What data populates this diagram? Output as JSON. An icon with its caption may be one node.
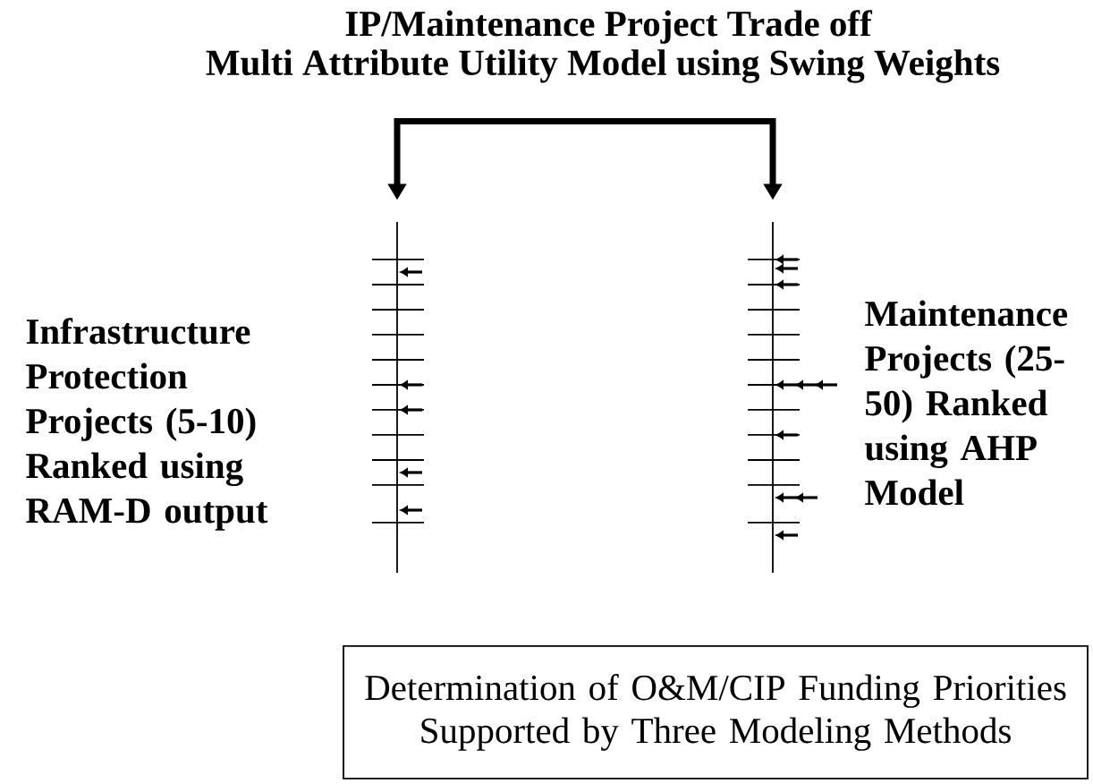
{
  "diagram": {
    "title": "IP/Maintenance Project Trade off",
    "nodes": [
      {
        "text": [],
        "shape": "bar",
        "beside": [
          "Infrastructure Protection Projects (5-10) Ranked using RAM-D output"
        ]
      },
      {
        "text": [],
        "shape": "bar",
        "beside": [
          "Maintenance Projects (25-50) Ranked using AHP Model"
        ]
      },
      {
        "text": [
          "Determination of O&M/CIP Funding Priorities Supported by Three Modeling Methods"
        ]
      }
    ],
    "edges": [
      {
        "from": 0,
        "to": 1,
        "arrow": "both"
      }
    ],
    "labels": [
      "Multi Attribute Utility Model using Swing Weights"
    ]
  }
}
